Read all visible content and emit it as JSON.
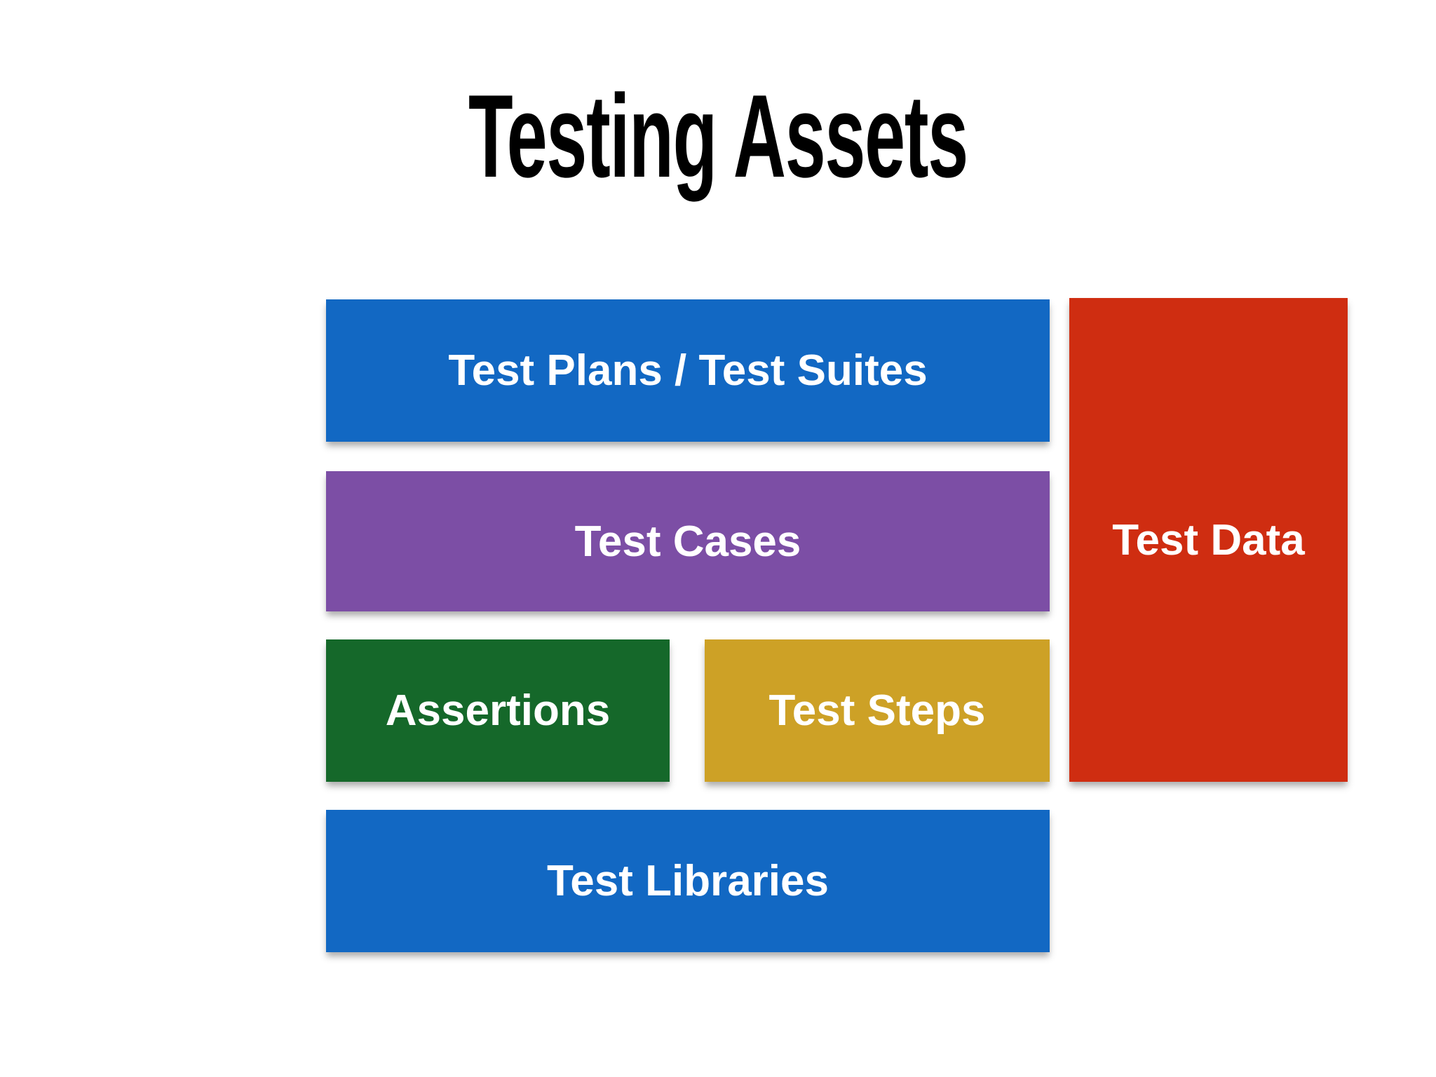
{
  "page": {
    "title": "Testing Assets",
    "background_color": "#ffffff",
    "title_color": "#000000"
  },
  "blocks": {
    "test_plans": {
      "label": "Test Plans / Test Suites",
      "color": "#1268c3",
      "text_color": "#ffffff"
    },
    "test_cases": {
      "label": "Test Cases",
      "color": "#7c4ea5",
      "text_color": "#ffffff"
    },
    "assertions": {
      "label": "Assertions",
      "color": "#15682a",
      "text_color": "#ffffff"
    },
    "test_steps": {
      "label": "Test Steps",
      "color": "#cda126",
      "text_color": "#ffffff"
    },
    "test_data": {
      "label": "Test Data",
      "color": "#cf2d11",
      "text_color": "#ffffff"
    },
    "test_libraries": {
      "label": "Test Libraries",
      "color": "#1268c3",
      "text_color": "#ffffff"
    }
  }
}
